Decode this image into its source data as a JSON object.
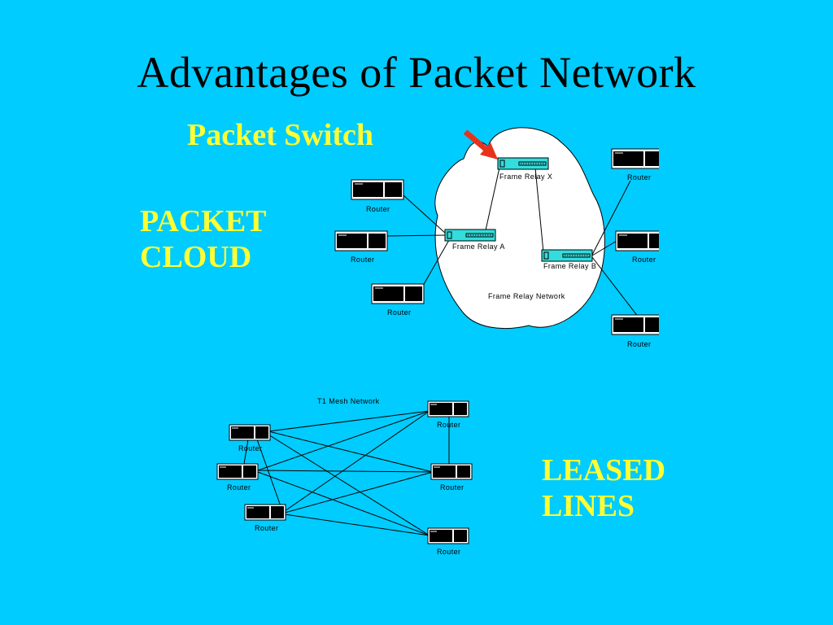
{
  "slide": {
    "title": "Advantages  of  Packet Network",
    "packet_switch_label": "Packet Switch",
    "packet_cloud_label": [
      "PACKET",
      "CLOUD"
    ],
    "leased_lines_label": [
      "LEASED",
      "LINES"
    ]
  },
  "frame_relay": {
    "network_label": "Frame Relay  Network",
    "switches": [
      {
        "id": "x",
        "label": "Frame Relay  X"
      },
      {
        "id": "a",
        "label": "Frame Relay  A"
      },
      {
        "id": "b",
        "label": "Frame Relay  B"
      }
    ],
    "router_label": "Router",
    "router_count": 6
  },
  "t1_mesh": {
    "network_label": "T1 Mesh Network",
    "router_label": "Router",
    "router_count": 6
  },
  "colors": {
    "background": "#00ccff",
    "accent_text": "#ffff33",
    "switch_fill": "#33dddd",
    "arrow": "#e8331c"
  }
}
